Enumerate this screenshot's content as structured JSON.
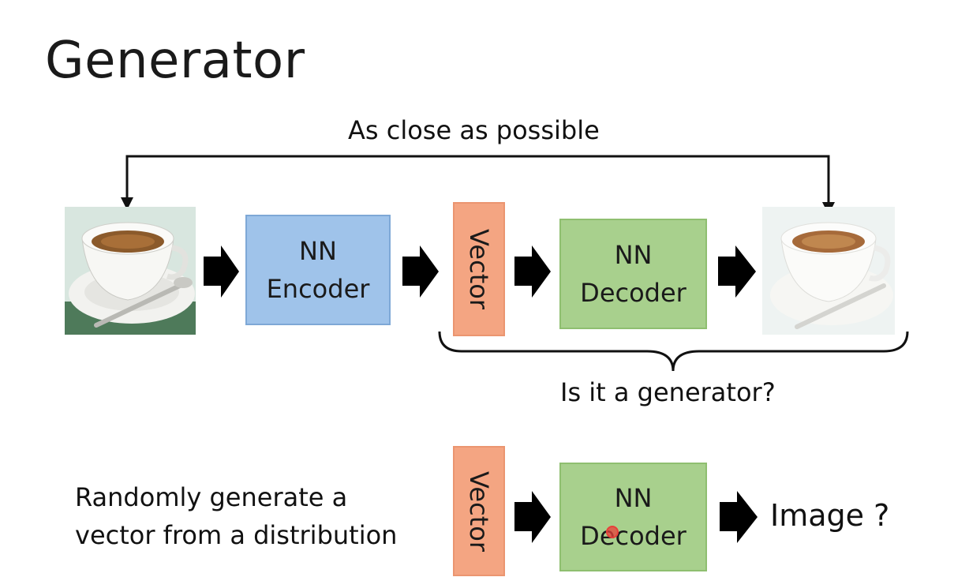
{
  "title": "Generator",
  "top_label": "As close as possible",
  "encoder": {
    "line1": "NN",
    "line2": "Encoder"
  },
  "vector_label": "Vector",
  "decoder": {
    "line1": "NN",
    "line2": "Decoder"
  },
  "brace_label": "Is it a generator?",
  "random_text": {
    "line1": "Randomly generate a",
    "line2": "vector from a distribution"
  },
  "output_label": "Image ?",
  "icons": {
    "input_image": "coffee-cup-image",
    "output_image": "reconstructed-coffee-cup-image",
    "arrow": "block-arrow-right-icon"
  },
  "colors": {
    "encoder": "#9fc3ea",
    "decoder": "#a8d08d",
    "vector": "#f4a582",
    "pointer": "#e8403a"
  }
}
